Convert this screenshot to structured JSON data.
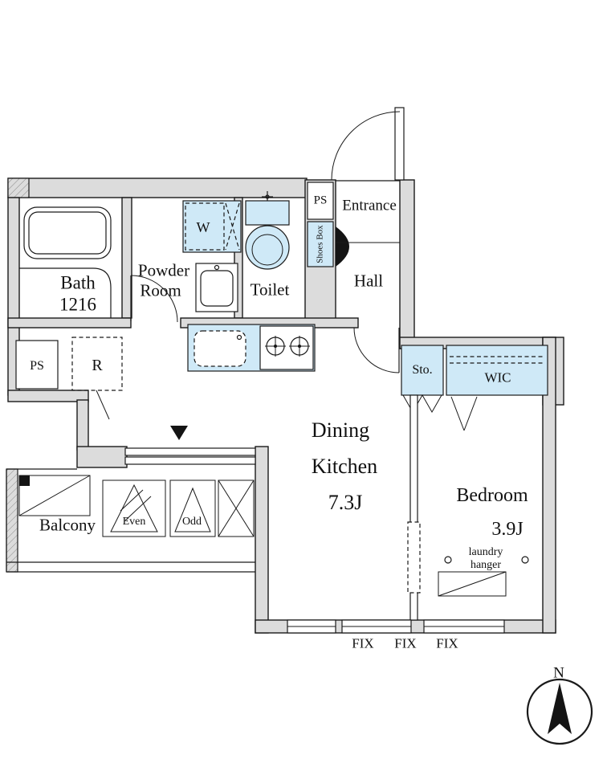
{
  "colors": {
    "wall": "#dcdcdc",
    "fixture": "#cfe9f7",
    "line": "#1a1a1a"
  },
  "rooms": {
    "bath": {
      "name": "Bath",
      "size": "1216"
    },
    "powder": {
      "line1": "Powder",
      "line2": "Room"
    },
    "toilet": {
      "name": "Toilet"
    },
    "hall": {
      "name": "Hall"
    },
    "entrance": {
      "name": "Entrance"
    },
    "shoes_box": {
      "name": "Shoes Box"
    },
    "washer": {
      "label": "W"
    },
    "refrigerator": {
      "label": "R"
    },
    "ps_top": {
      "label": "PS"
    },
    "ps_left": {
      "label": "PS"
    },
    "dining_kitchen": {
      "line1": "Dining",
      "line2": "Kitchen",
      "size": "7.3J"
    },
    "storage": {
      "label": "Sto."
    },
    "wic": {
      "label": "WIC"
    },
    "bedroom": {
      "name": "Bedroom",
      "size": "3.9J"
    },
    "balcony": {
      "name": "Balcony"
    }
  },
  "annotations": {
    "laundry_hanger": {
      "line1": "laundry",
      "line2": "hanger"
    },
    "partitions": {
      "even": "Even",
      "odd": "Odd"
    },
    "windows": {
      "fix1": "FIX",
      "fix2": "FIX",
      "fix3": "FIX"
    },
    "compass": {
      "north": "N"
    }
  }
}
